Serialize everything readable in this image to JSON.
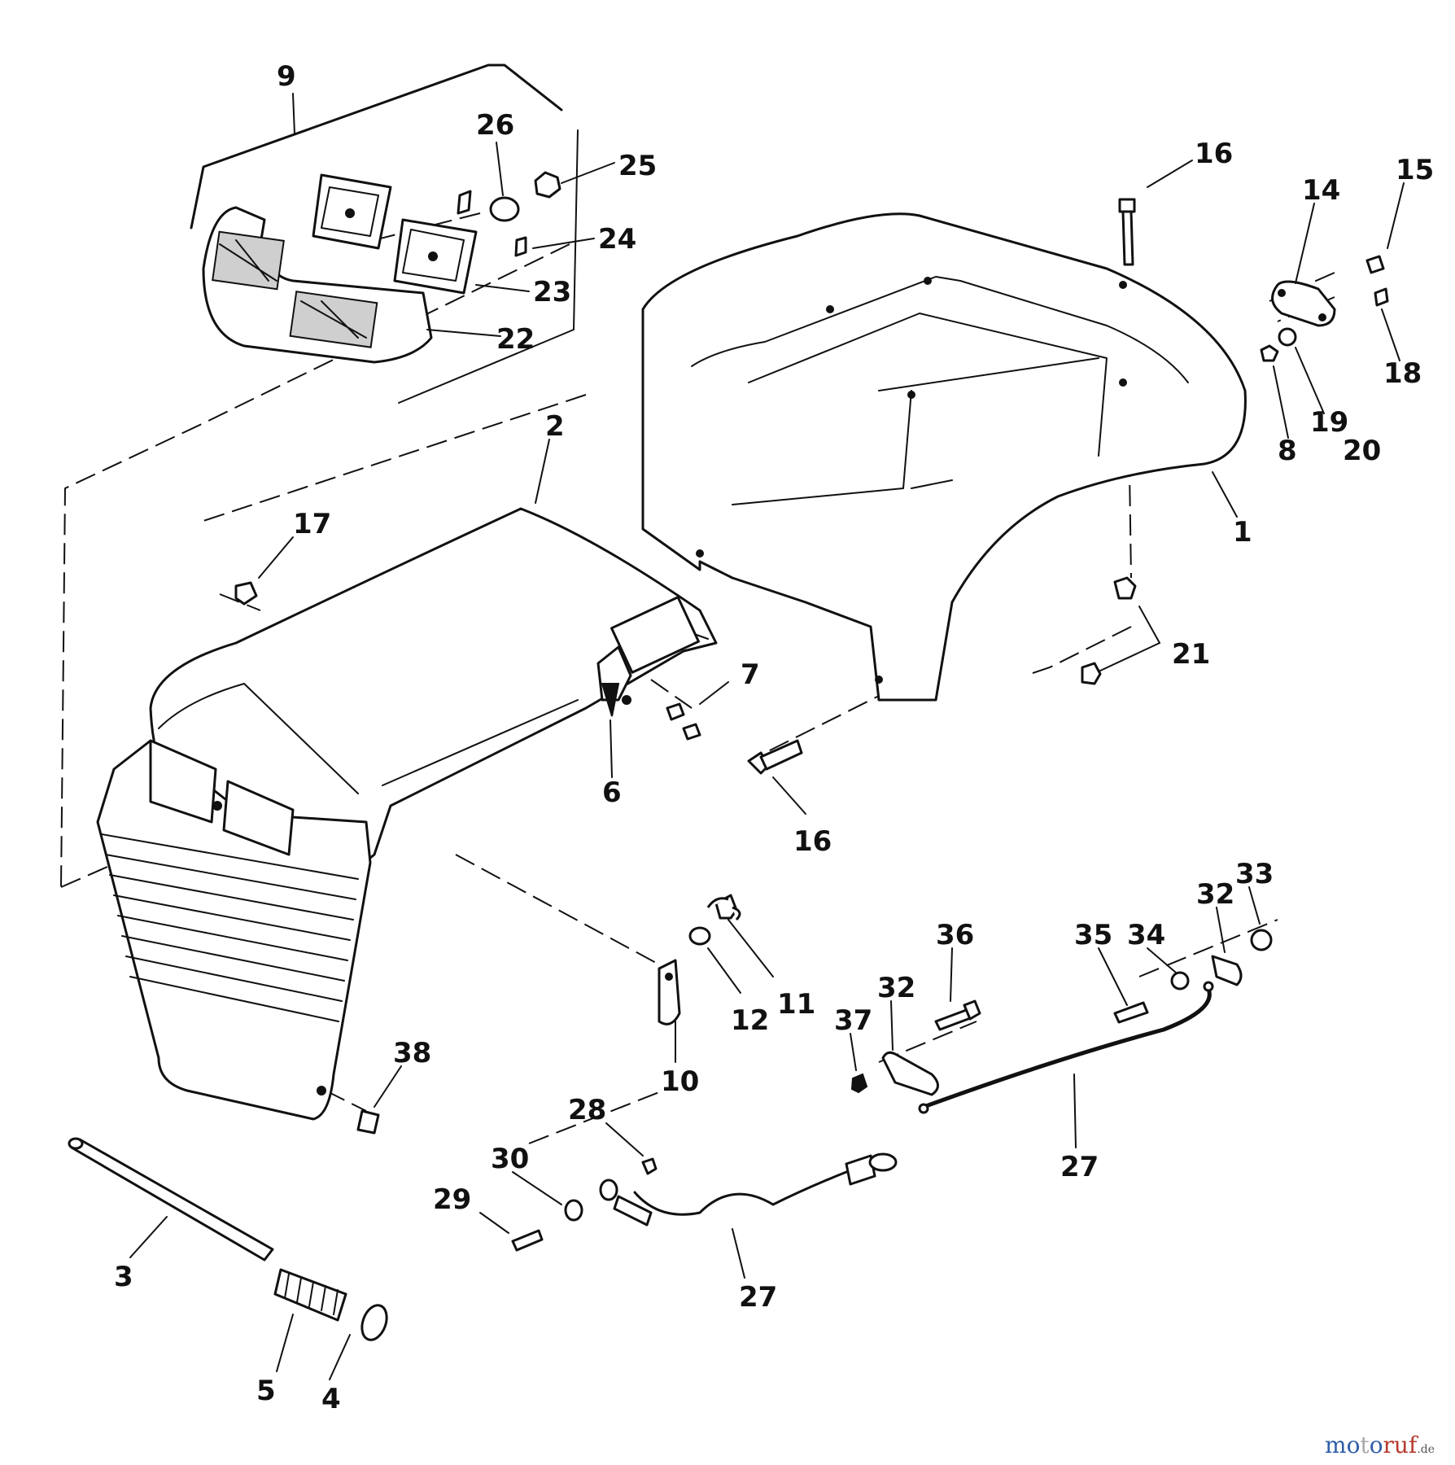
{
  "callouts": [
    {
      "id": "9",
      "label": "9"
    },
    {
      "id": "26",
      "label": "26"
    },
    {
      "id": "25",
      "label": "25"
    },
    {
      "id": "24",
      "label": "24"
    },
    {
      "id": "23",
      "label": "23"
    },
    {
      "id": "22",
      "label": "22"
    },
    {
      "id": "16a",
      "label": "16"
    },
    {
      "id": "15",
      "label": "15"
    },
    {
      "id": "14",
      "label": "14"
    },
    {
      "id": "18",
      "label": "18"
    },
    {
      "id": "8",
      "label": "8"
    },
    {
      "id": "19",
      "label": "19"
    },
    {
      "id": "20",
      "label": "20"
    },
    {
      "id": "2",
      "label": "2"
    },
    {
      "id": "1",
      "label": "1"
    },
    {
      "id": "17",
      "label": "17"
    },
    {
      "id": "21",
      "label": "21"
    },
    {
      "id": "7",
      "label": "7"
    },
    {
      "id": "6",
      "label": "6"
    },
    {
      "id": "16b",
      "label": "16"
    },
    {
      "id": "33",
      "label": "33"
    },
    {
      "id": "32a",
      "label": "32"
    },
    {
      "id": "34",
      "label": "34"
    },
    {
      "id": "35",
      "label": "35"
    },
    {
      "id": "36",
      "label": "36"
    },
    {
      "id": "32b",
      "label": "32"
    },
    {
      "id": "37",
      "label": "37"
    },
    {
      "id": "11",
      "label": "11"
    },
    {
      "id": "12",
      "label": "12"
    },
    {
      "id": "10",
      "label": "10"
    },
    {
      "id": "38",
      "label": "38"
    },
    {
      "id": "27a",
      "label": "27"
    },
    {
      "id": "28",
      "label": "28"
    },
    {
      "id": "30",
      "label": "30"
    },
    {
      "id": "29",
      "label": "29"
    },
    {
      "id": "27b",
      "label": "27"
    },
    {
      "id": "3",
      "label": "3"
    },
    {
      "id": "5",
      "label": "5"
    },
    {
      "id": "4",
      "label": "4"
    }
  ],
  "watermark": {
    "o1": "m",
    "o2": "o",
    "t": "t",
    "o3": "o",
    "r": "ruf",
    "de": ".de"
  }
}
